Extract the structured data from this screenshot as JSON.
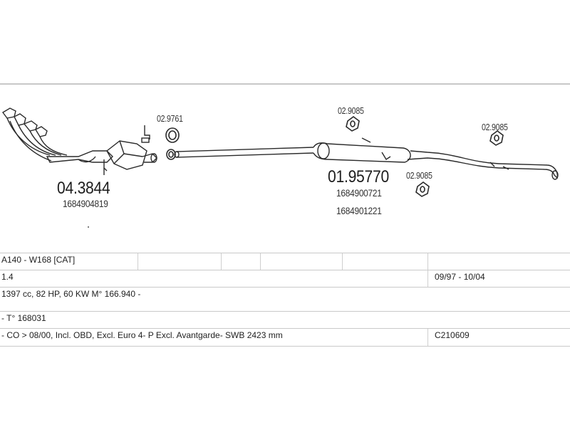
{
  "parts": {
    "manifold_code": "04.3844",
    "manifold_ref": "1684904819",
    "gasket_code": "02.9761",
    "silencer_code": "01.95770",
    "silencer_ref_1": "1684900721",
    "silencer_ref_2": "1684901221",
    "hanger_code_top": "02.9085",
    "hanger_code_right": "02.9085",
    "hanger_code_lower": "02.9085"
  },
  "vehicle": {
    "model": "A140 - W168  [CAT]",
    "engine": "1.4",
    "years": "09/97 - 10/04",
    "specs": "1397 cc, 82 HP, 60 KW M° 166.940 -",
    "type_number": "- T° 168031",
    "notes": "- CO > 08/00, Incl. OBD, Excl. Euro 4- P Excl. Avantgarde- SWB 2423 mm",
    "catalog_code": "C210609"
  },
  "colors": {
    "line": "#2a2a2a",
    "divider": "#c9c9c9"
  }
}
